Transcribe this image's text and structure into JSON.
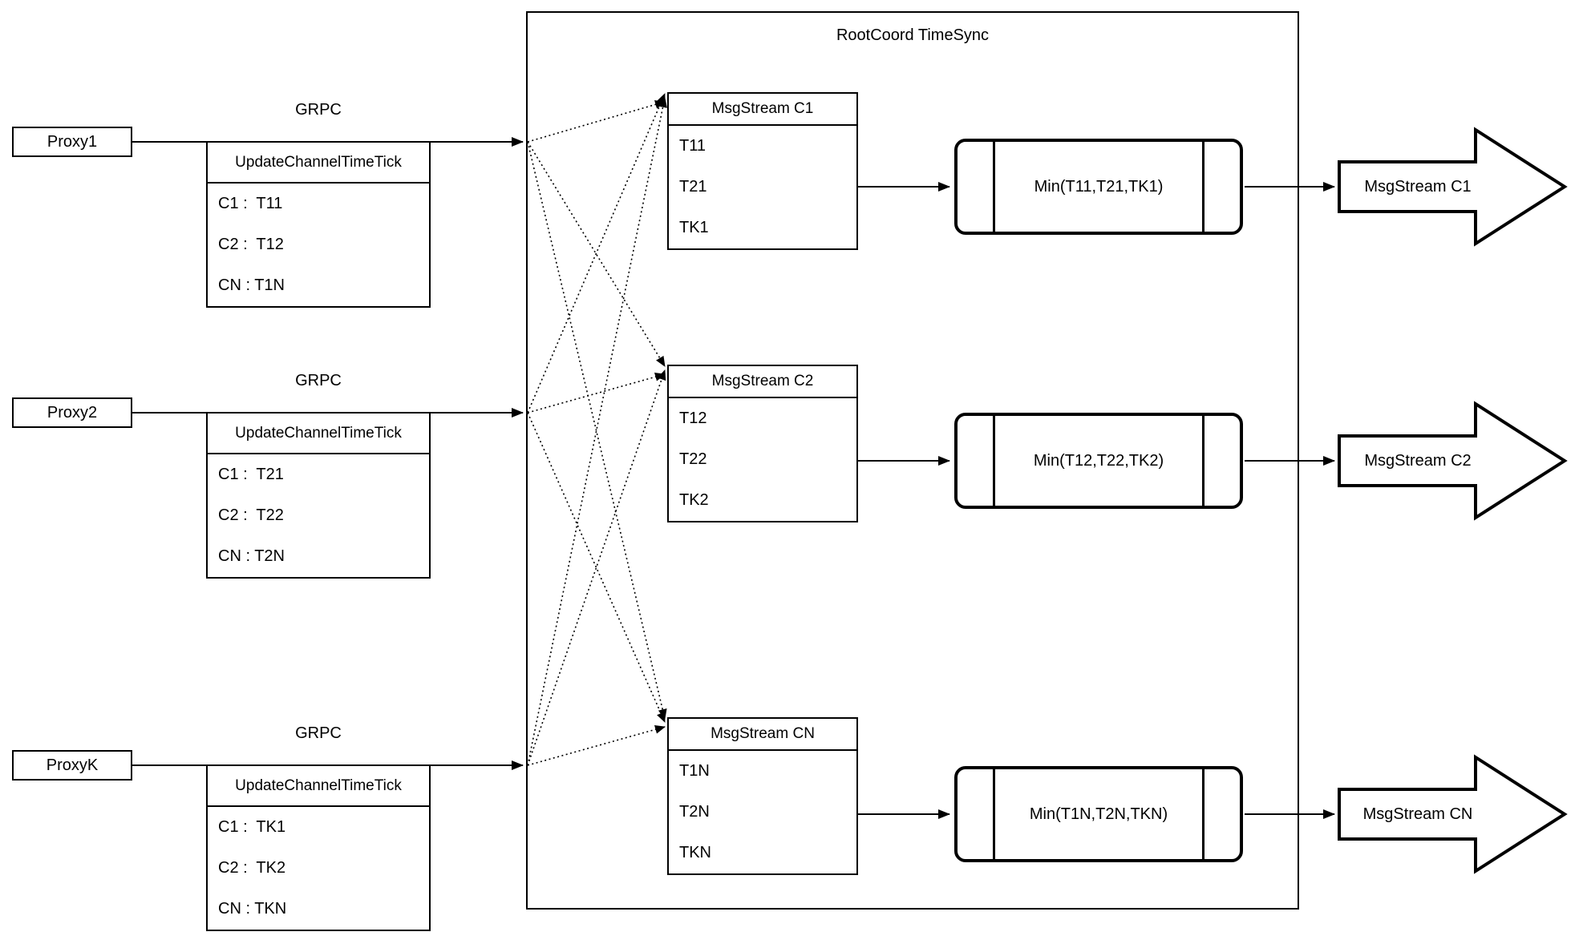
{
  "title": "RootCoord TimeSync",
  "colors": {
    "stroke": "#000000",
    "background": "#ffffff"
  },
  "proxies": [
    {
      "label": "Proxy1",
      "protocol": "GRPC",
      "table": {
        "header": "UpdateChannelTimeTick",
        "rows": [
          "C1 :  T11",
          "C2 :  T12",
          "CN : T1N"
        ]
      }
    },
    {
      "label": "Proxy2",
      "protocol": "GRPC",
      "table": {
        "header": "UpdateChannelTimeTick",
        "rows": [
          "C1 :  T21",
          "C2 :  T22",
          "CN : T2N"
        ]
      }
    },
    {
      "label": "ProxyK",
      "protocol": "GRPC",
      "table": {
        "header": "UpdateChannelTimeTick",
        "rows": [
          "C1 :  TK1",
          "C2 :  TK2",
          "CN : TKN"
        ]
      }
    }
  ],
  "streams": [
    {
      "table": {
        "header": "MsgStream C1",
        "rows": [
          "T11",
          "T21",
          "TK1"
        ]
      },
      "min": "Min(T11,T21,TK1)",
      "output": "MsgStream C1"
    },
    {
      "table": {
        "header": "MsgStream C2",
        "rows": [
          "T12",
          "T22",
          "TK2"
        ]
      },
      "min": "Min(T12,T22,TK2)",
      "output": "MsgStream C2"
    },
    {
      "table": {
        "header": "MsgStream CN",
        "rows": [
          "T1N",
          "T2N",
          "TKN"
        ]
      },
      "min": "Min(T1N,T2N,TKN)",
      "output": "MsgStream CN"
    }
  ]
}
